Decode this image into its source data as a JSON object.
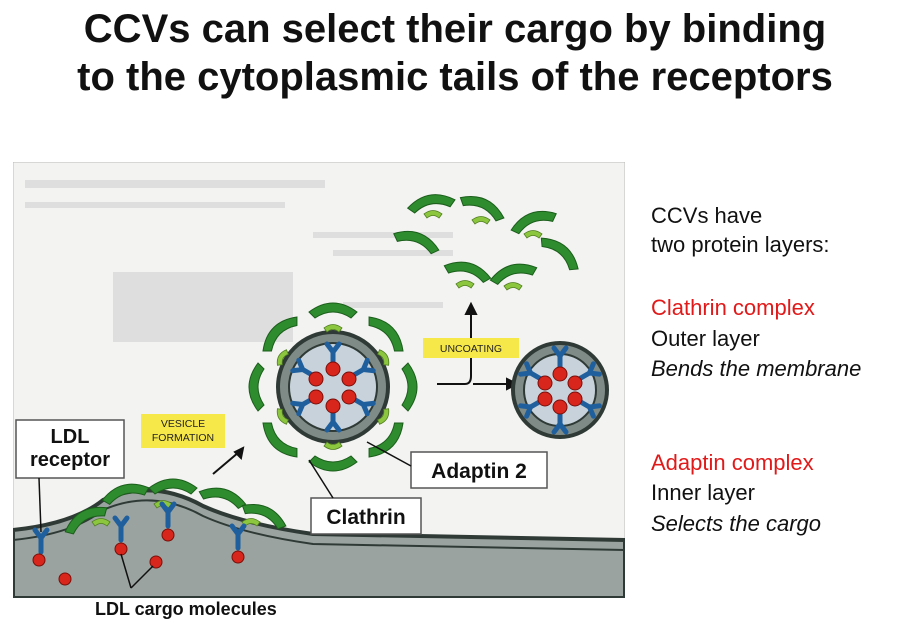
{
  "title": {
    "line1": "CCVs can select their cargo by binding",
    "line2": "to the cytoplasmic tails of the receptors"
  },
  "figure": {
    "labels": {
      "vesicle_formation_1": "VESICLE",
      "vesicle_formation_2": "FORMATION",
      "uncoating": "UNCOATING",
      "ldl_receptor_1": "LDL",
      "ldl_receptor_2": "receptor",
      "adaptin": "Adaptin 2",
      "clathrin": "Clathrin"
    },
    "colors": {
      "clathrin": "#2e8b2e",
      "adaptin": "#8cc63f",
      "receptor": "#1f5f9e",
      "cargo": "#d9261c",
      "membrane": "#9aa39f",
      "callout_bg": "#f7e84a"
    }
  },
  "side": {
    "intro_1": "CCVs have",
    "intro_2": "two protein layers:",
    "clathrin_title": "Clathrin complex",
    "clathrin_layer": "Outer layer",
    "clathrin_role": "Bends the membrane",
    "adaptin_title": "Adaptin complex",
    "adaptin_layer": "Inner layer",
    "adaptin_role": "Selects the cargo"
  },
  "caption": "LDL cargo molecules"
}
